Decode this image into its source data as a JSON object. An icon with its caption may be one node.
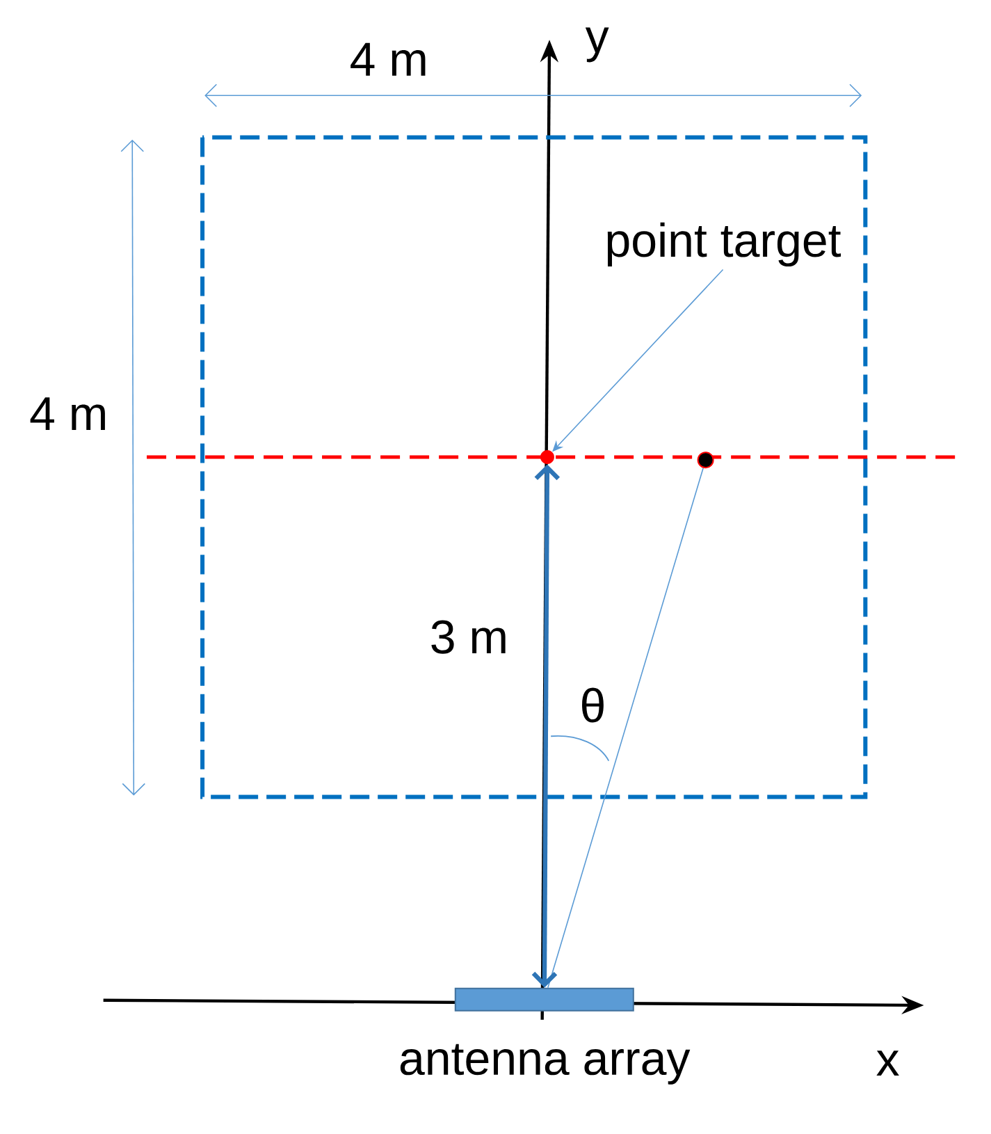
{
  "diagram": {
    "nodes": [
      {
        "text": [
          "point target"
        ]
      },
      {
        "text": [],
        "shape": "circle"
      },
      {
        "text": [],
        "shape": "circle"
      },
      {
        "text": [
          "antenna array"
        ]
      }
    ],
    "edges": [
      {
        "from": 0,
        "to": 1,
        "arrow": "to"
      },
      {
        "from": 3,
        "to": 2,
        "arrow": "none"
      },
      {
        "from": 1,
        "to": 3,
        "arrow": "both",
        "label": "3 m",
        "style": "thick",
        "color": "#2e75b6"
      }
    ],
    "labels": [
      "4 m",
      "y",
      "4 m",
      "θ",
      "x"
    ]
  }
}
